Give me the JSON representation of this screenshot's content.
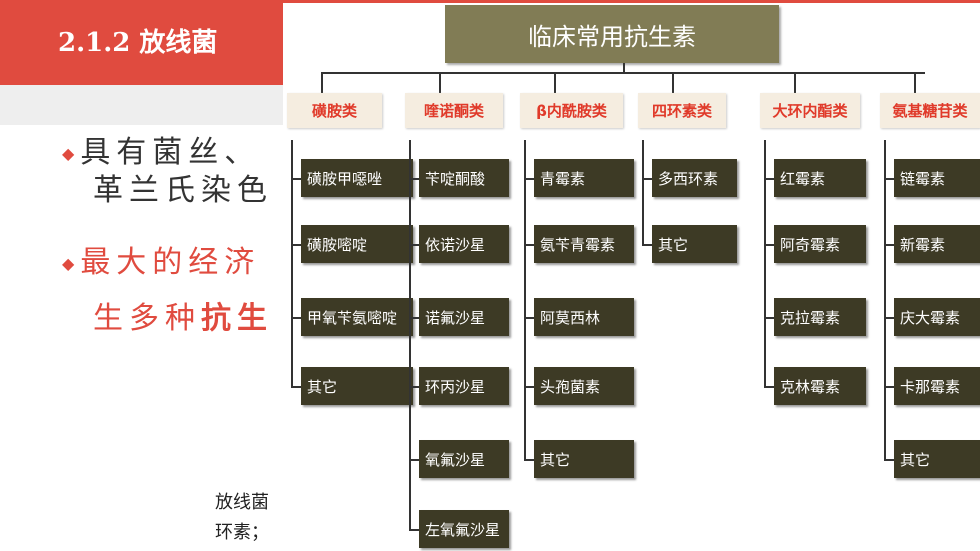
{
  "slide": {
    "title": "2.1.2 放线菌",
    "bullet1_line1": "具有菌丝、",
    "bullet1_line2": "革兰氏染色",
    "bullet2_line1": "最大的经济",
    "bullet2_line2_a": "生多种",
    "bullet2_line2_b": "抗生",
    "footnote_line1": "放线菌",
    "footnote_line2": "环素；",
    "bullet_mark": "◆"
  },
  "diagram": {
    "root": "临床常用抗生素",
    "categories": [
      {
        "label": "磺胺类",
        "items": [
          "磺胺甲噁唑",
          "磺胺嘧啶",
          "甲氧苄氨嘧啶",
          "其它"
        ]
      },
      {
        "label": "喹诺酮类",
        "items": [
          "苄啶酮酸",
          "依诺沙星",
          "诺氟沙星",
          "环丙沙星",
          "氧氟沙星",
          "左氧氟沙星"
        ]
      },
      {
        "label": "β内酰胺类",
        "items": [
          "青霉素",
          "氨苄青霉素",
          "阿莫西林",
          "头孢菌素",
          "其它"
        ]
      },
      {
        "label": "四环素类",
        "items": [
          "多西环素",
          "其它"
        ]
      },
      {
        "label": "大环内酯类",
        "items": [
          "红霉素",
          "阿奇霉素",
          "克拉霉素",
          "克林霉素"
        ]
      },
      {
        "label": "氨基糖苷类",
        "items": [
          "链霉素",
          "新霉素",
          "庆大霉素",
          "卡那霉素",
          "其它"
        ]
      }
    ]
  },
  "colors": {
    "banner": "#e04b3f",
    "root_box": "#817c55",
    "category_bg": "#f5ede0",
    "category_text": "#e03a2a",
    "drug_box": "#3d3a25"
  }
}
